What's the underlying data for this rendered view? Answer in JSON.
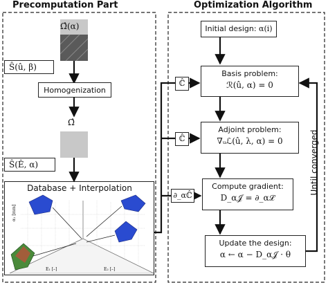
{
  "precomp": {
    "title": "Precomputation Part",
    "omega_hat_alpha": "Ω̂(α)",
    "s_u_beta": "Ŝ(û, β)",
    "homogenization": "Homogenization",
    "omega_hat": "Ω̂",
    "s_E_alpha": "Ŝ(Ê, α)",
    "database": "Database + Interpolation",
    "axis_z": "α₁ [mm]",
    "axis_x1": "E₁ [–]",
    "axis_x2": "E₂ [–]"
  },
  "optim": {
    "title": "Optimization Algorithm",
    "initial_label": "Initial design:",
    "initial_math": "α(i)",
    "basis_label": "Basis problem:",
    "basis_math": "ℛ(û, α) = 0",
    "adjoint_label": "Adjoint problem:",
    "adjoint_math": "∇ᵤℒ(û, λ, α) = 0",
    "gradient_label": "Compute gradient:",
    "gradient_math": "D_α𝒥 = ∂_αℒ",
    "update_label": "Update the design:",
    "update_math": "α ← α − D_α𝒥 · θ",
    "loop_label": "Until converged"
  },
  "links": {
    "c_hat_1": "ℂ̂",
    "c_hat_2": "ℂ̂",
    "d_c_hat": "∂_αℂ̂"
  },
  "colors": {
    "cell_dark": "#5a5a5a",
    "cell_light": "#c8c8c8",
    "surface_blue": "#2a4bd0"
  }
}
